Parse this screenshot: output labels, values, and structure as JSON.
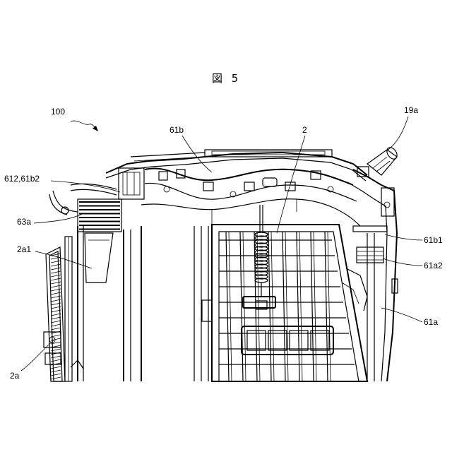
{
  "figure_title": "図 5",
  "labels": {
    "l100": "100",
    "l19a": "19a",
    "l61b": "61b",
    "l2": "2",
    "l612": "612,61b2",
    "l63a": "63a",
    "l2a1": "2a1",
    "l61b1": "61b1",
    "l61a2": "61a2",
    "l61a": "61a",
    "l2a": "2a"
  }
}
